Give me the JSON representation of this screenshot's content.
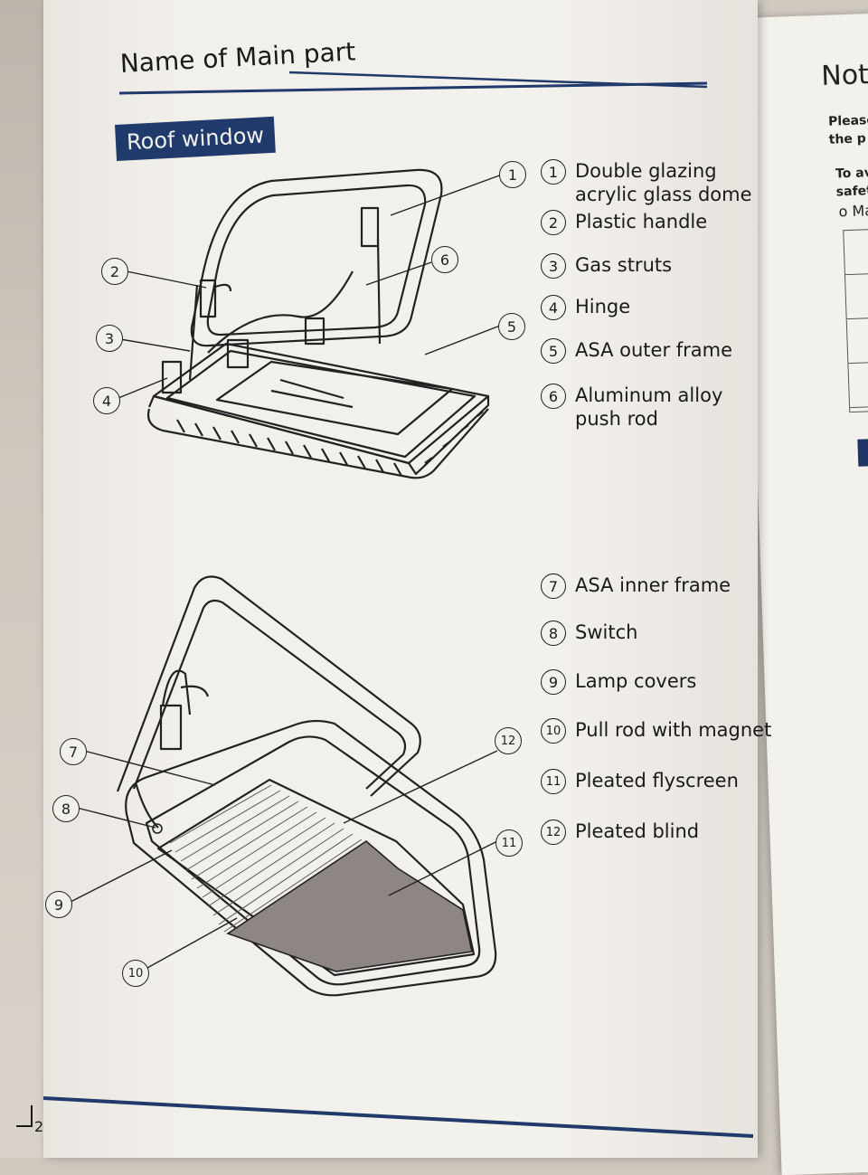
{
  "page": {
    "title": "Name of Main part",
    "section_badge": "Roof window",
    "page_number": "2"
  },
  "legend_top": [
    {
      "num": "1",
      "label_line1": "Double glazing",
      "label_line2": "acrylic glass dome"
    },
    {
      "num": "2",
      "label": "Plastic handle"
    },
    {
      "num": "3",
      "label": "Gas struts"
    },
    {
      "num": "4",
      "label": "Hinge"
    },
    {
      "num": "5",
      "label": "ASA outer frame"
    },
    {
      "num": "6",
      "label_line1": "Aluminum alloy",
      "label_line2": "push rod"
    }
  ],
  "legend_bottom": [
    {
      "num": "7",
      "label": "ASA inner frame"
    },
    {
      "num": "8",
      "label": "Switch"
    },
    {
      "num": "9",
      "label": "Lamp covers"
    },
    {
      "num": "10",
      "label": "Pull rod with magnet"
    },
    {
      "num": "11",
      "label": "Pleated flyscreen"
    },
    {
      "num": "12",
      "label": "Pleated blind"
    }
  ],
  "callouts_top": [
    "1",
    "2",
    "3",
    "4",
    "5",
    "6"
  ],
  "callouts_bottom": [
    "7",
    "8",
    "9",
    "10",
    "11",
    "12"
  ],
  "adjacent_page": {
    "title": "Not",
    "line1a": "Please",
    "line1b": "the p",
    "line2a": "To av",
    "line2b": "safet",
    "bullet": "o Ma"
  },
  "colors": {
    "accent": "#203a6b",
    "paper": "#f3f1ec",
    "ink": "#1a1a1a"
  }
}
